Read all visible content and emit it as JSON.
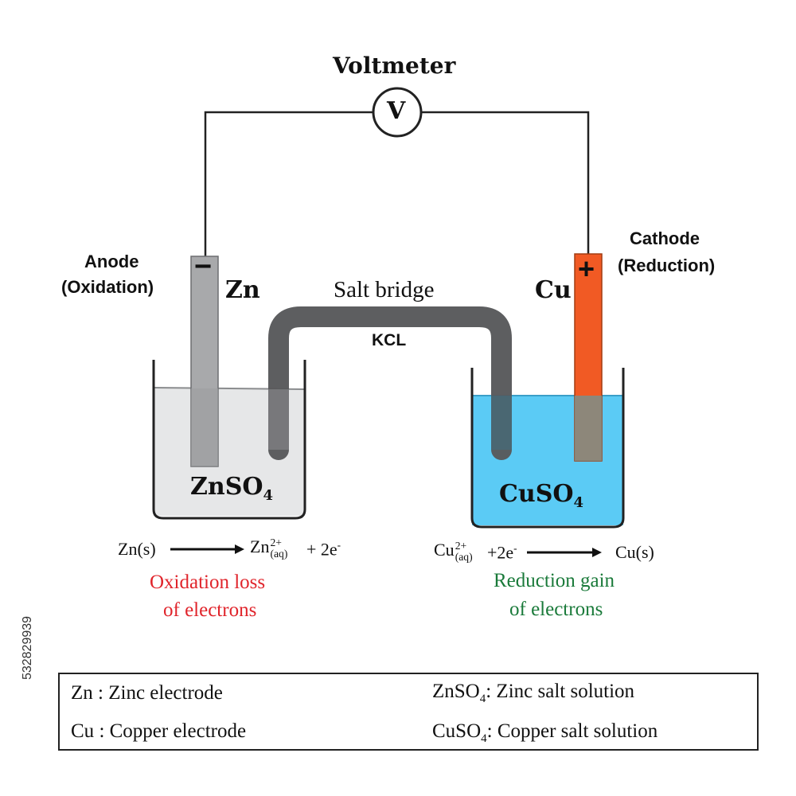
{
  "voltmeter": {
    "title": "Voltmeter",
    "symbol": "V"
  },
  "anode": {
    "label_line1": "Anode",
    "label_line2": "(Oxidation)",
    "element": "Zn",
    "sign": "−"
  },
  "cathode": {
    "label_line1": "Cathode",
    "label_line2": "(Reduction)",
    "element": "Cu",
    "sign": "+"
  },
  "salt_bridge": {
    "label": "Salt bridge",
    "compound": "KCL"
  },
  "left_solution": {
    "name": "ZnSO",
    "subscript": "4"
  },
  "right_solution": {
    "name": "CuSO",
    "subscript": "4"
  },
  "left_reaction": {
    "reactant": "Zn(s)",
    "product_base": "Zn",
    "product_sup": "2+",
    "product_sub": "(aq)",
    "electrons": "+ 2e",
    "electron_sup": "-",
    "caption_line1": "Oxidation loss",
    "caption_line2": "of electrons"
  },
  "right_reaction": {
    "reactant_base": "Cu",
    "reactant_sup": "2+",
    "reactant_sub": "(aq)",
    "electrons": "+2e",
    "electron_sup": "-",
    "product": "Cu(s)",
    "caption_line1": "Reduction gain",
    "caption_line2": "of electrons"
  },
  "legend": {
    "zn_key": "Zn",
    "zn_value": ": Zinc electrode",
    "cu_key": "Cu",
    "cu_value": ": Copper electrode",
    "znso4_key": "ZnSO",
    "znso4_sub": "4",
    "znso4_value": ": Zinc salt solution",
    "cuso4_key": "CuSO",
    "cuso4_sub": "4",
    "cuso4_value": ": Copper salt solution"
  },
  "side_id": "532829939",
  "colors": {
    "zinc_electrode": "#a8a9ab",
    "copper_electrode": "#f15a24",
    "left_solution": "#e6e7e8",
    "right_solution": "#5bcbf5",
    "salt_bridge": "#58595b",
    "oxidation_text": "#e0242b",
    "reduction_text": "#1a7a3a"
  }
}
